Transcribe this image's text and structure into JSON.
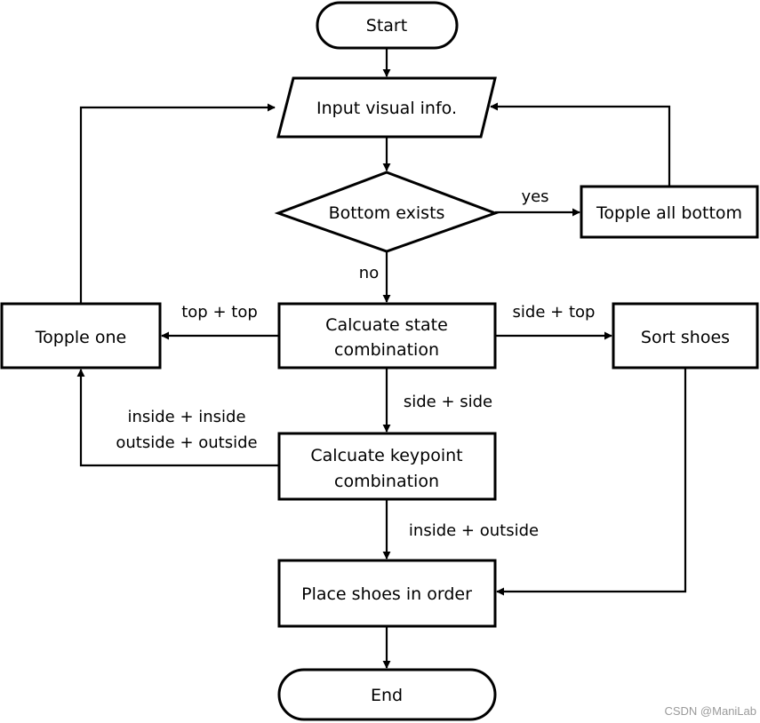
{
  "diagram": {
    "nodes": {
      "start": "Start",
      "input": "Input visual info.",
      "bottom_exists": "Bottom exists",
      "topple_all_bottom": "Topple all bottom",
      "state_combination": [
        "Calcuate state",
        "combination"
      ],
      "topple_one": "Topple one",
      "sort_shoes": "Sort shoes",
      "keypoint_combination": [
        "Calcuate keypoint",
        "combination"
      ],
      "place_shoes": "Place shoes in order",
      "end": "End"
    },
    "edge_labels": {
      "yes": "yes",
      "no": "no",
      "top_top": "top + top",
      "side_top": "side + top",
      "side_side": "side + side",
      "inside_inside": "inside + inside",
      "outside_outside": "outside + outside",
      "inside_outside": "inside + outside"
    }
  },
  "watermark": "CSDN @ManiLab"
}
